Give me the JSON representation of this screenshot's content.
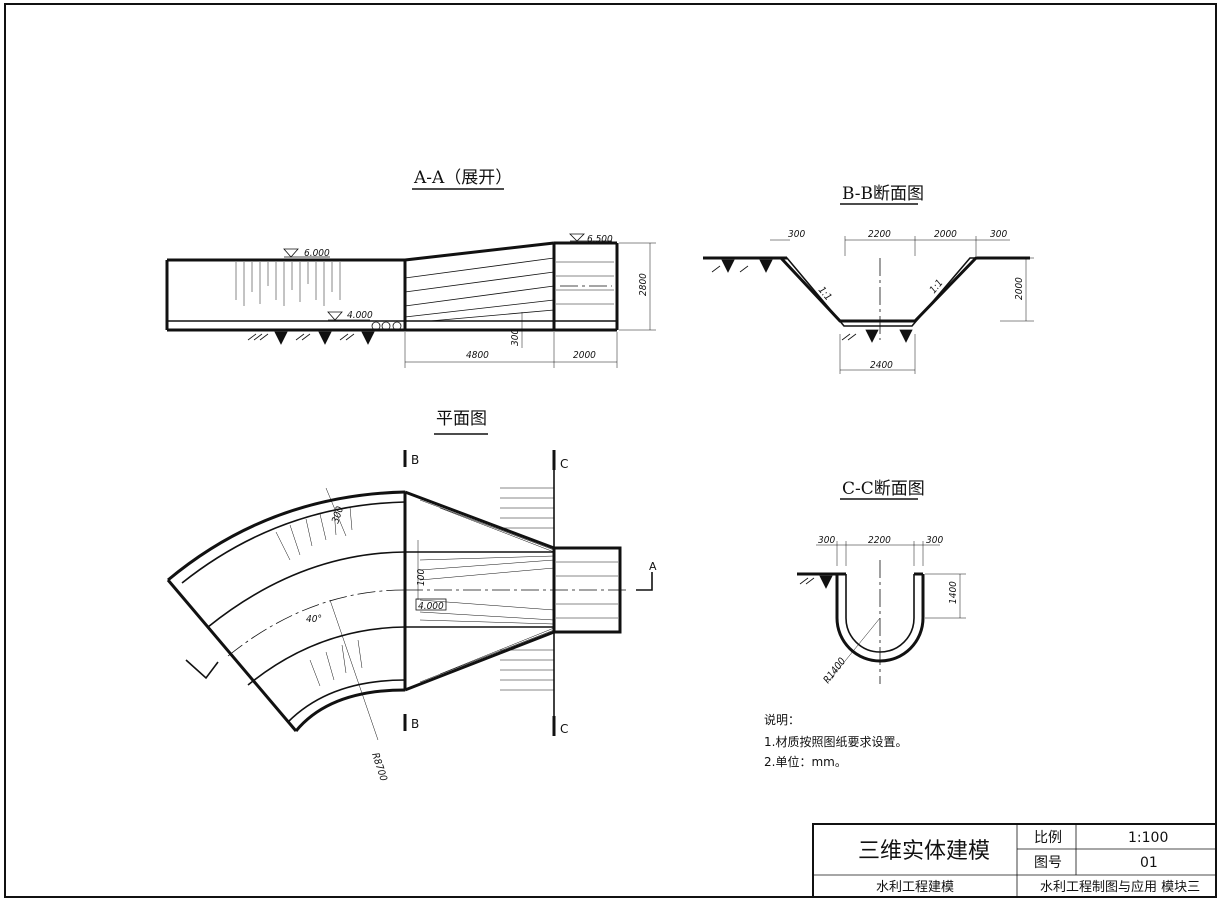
{
  "views": {
    "aa_title": "A-A（展开）",
    "bb_title": "B-B断面图",
    "plan_title": "平面图",
    "cc_title": "C-C断面图"
  },
  "aa": {
    "elev_left": "6.000",
    "elev_bottom": "4.000",
    "elev_right": "6.500",
    "dim_height": "2800",
    "dim_thick": "300",
    "dim_len1": "4800",
    "dim_len2": "2000"
  },
  "bb": {
    "dim_300_l": "300",
    "dim_2200": "2200",
    "dim_2000_top": "2000",
    "dim_300_r": "300",
    "dim_2000_h": "2000",
    "slope_l": "1:1",
    "slope_r": "1:1",
    "dim_2400": "2400"
  },
  "plan": {
    "label_b_top": "B",
    "label_b_bot": "B",
    "label_c_top": "C",
    "label_c_bot": "C",
    "label_a_right": "A",
    "dim_300": "300",
    "dim_100": "100",
    "elev_box": "4.000",
    "angle": "40°",
    "radius": "R8700"
  },
  "cc": {
    "dim_300_l": "300",
    "dim_2200": "2200",
    "dim_300_r": "300",
    "dim_1400": "1400",
    "radius": "R1400"
  },
  "notes": {
    "heading": "说明：",
    "line1": "1.材质按照图纸要求设置。",
    "line2": "2.单位：mm。"
  },
  "title_block": {
    "drawing_name": "三维实体建模",
    "scale_label": "比例",
    "scale_value": "1:100",
    "number_label": "图号",
    "number_value": "01",
    "unit": "水利工程建模",
    "course": "水利工程制图与应用  模块三"
  }
}
